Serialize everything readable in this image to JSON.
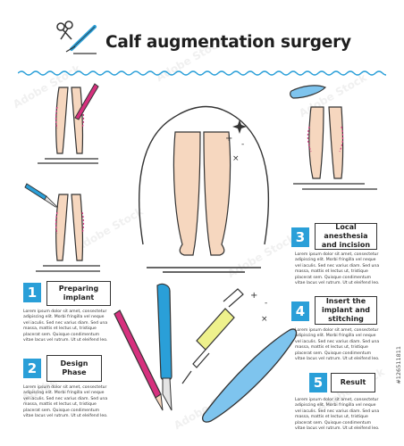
{
  "title": "Calf augmentation surgery",
  "steps": [
    {
      "num": "1",
      "label": "Preparing implant"
    },
    {
      "num": "2",
      "label": "Design Phase"
    },
    {
      "num": "3",
      "label": "Local anesthesia and incision"
    },
    {
      "num": "4",
      "label": "Insert the implant and stitching"
    },
    {
      "num": "5",
      "label": "Result"
    }
  ],
  "lorem": "Lorem ipsum dolor sit amet, consectetur adipiscing elit. Morbi fringilla vel neque vel iaculis. Sed nec varius diam. Sed una massa, mattis et lectus ut, tristique placerat sem. Quisque condimentum vitae lacus vel rutrum. Ut ut eleifend leo.",
  "watermark": "Adobe Stock",
  "stock_id": "#126511811",
  "colors": {
    "accent": "#2a9fd8",
    "skin": "#f6d7bf",
    "implant": "#7ec4ee",
    "marker": "#d6317e"
  }
}
